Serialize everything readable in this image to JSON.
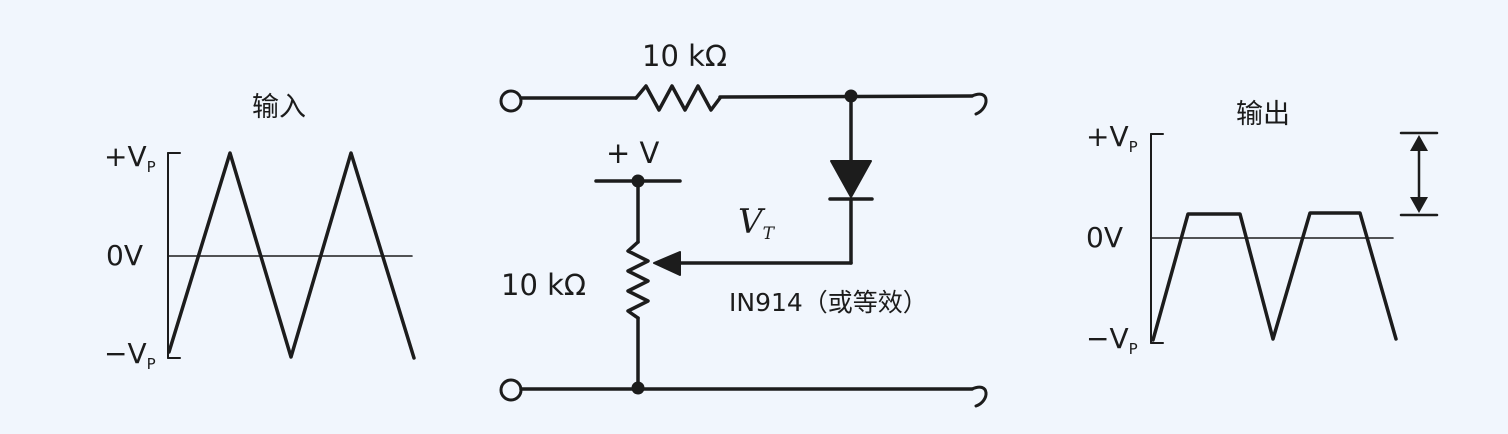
{
  "input_panel": {
    "title": "输入",
    "label_top": "+V",
    "label_top_sub": "P",
    "label_zero": "0V",
    "label_bottom": "−V",
    "label_bottom_sub": "P"
  },
  "circuit": {
    "series_resistor": "10 kΩ",
    "supply": "+ V",
    "pot_resistor": "10 kΩ",
    "threshold_label": "V",
    "threshold_sub": "T",
    "diode_label": "IN914（或等效）"
  },
  "output_panel": {
    "title": "输出",
    "label_top": "+V",
    "label_top_sub": "P",
    "label_zero": "0V",
    "label_bottom": "−V",
    "label_bottom_sub": "P"
  },
  "colors": {
    "ink": "#1c1c1c",
    "background": "#f1f6fd"
  }
}
